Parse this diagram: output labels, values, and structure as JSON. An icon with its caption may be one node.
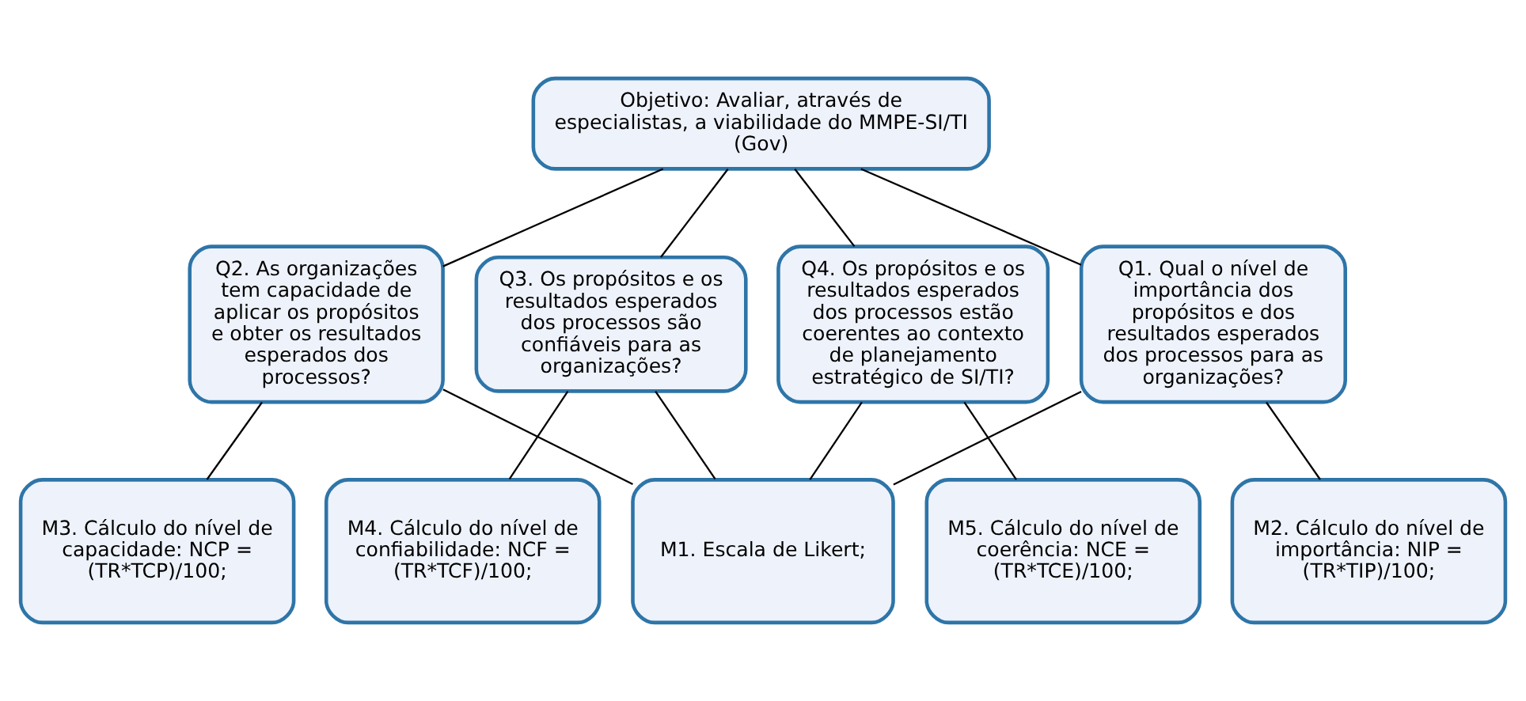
{
  "diagram": {
    "nodes": [
      {
        "text": [
          "Objetivo: Avaliar, através de especialistas, a viabilidade do MMPE-SI/TI (Gov)"
        ]
      },
      {
        "text": [
          "Q1. Qual o nível de importância dos propósitos e dos resultados esperados dos processos para as organizações?"
        ]
      },
      {
        "text": [
          "Q2. As organizações tem capacidade de aplicar os propósitos e obter os resultados esperados dos processos?"
        ]
      },
      {
        "text": [
          "Q3. Os propósitos e os resultados esperados dos processos são confiáveis para as organizações?"
        ]
      },
      {
        "text": [
          "Q4. Os propósitos e os resultados esperados dos processos estão coerentes ao contexto de planejamento estratégico de SI/TI?"
        ]
      },
      {
        "text": [
          "M1. Escala de Likert;"
        ]
      },
      {
        "text": [
          "M2. Cálculo do nível de importância: NIP = (TR*TIP)/100;"
        ]
      },
      {
        "text": [
          "M3. Cálculo do nível de capacidade: NCP = (TR*TCP)/100;"
        ]
      },
      {
        "text": [
          "M4. Cálculo do nível de confiabilidade: NCF = (TR*TCF)/100;"
        ]
      },
      {
        "text": [
          "M5. Cálculo do nível de coerência: NCE = (TR*TCE)/100;"
        ]
      }
    ],
    "edges": [
      {
        "from": 0,
        "to": 1,
        "arrow": "none"
      },
      {
        "from": 0,
        "to": 2,
        "arrow": "none"
      },
      {
        "from": 0,
        "to": 3,
        "arrow": "none"
      },
      {
        "from": 0,
        "to": 4,
        "arrow": "none"
      },
      {
        "from": 1,
        "to": 5,
        "arrow": "none"
      },
      {
        "from": 1,
        "to": 6,
        "arrow": "none"
      },
      {
        "from": 2,
        "to": 5,
        "arrow": "none"
      },
      {
        "from": 2,
        "to": 7,
        "arrow": "none"
      },
      {
        "from": 3,
        "to": 5,
        "arrow": "none"
      },
      {
        "from": 3,
        "to": 8,
        "arrow": "none"
      },
      {
        "from": 4,
        "to": 5,
        "arrow": "none"
      },
      {
        "from": 4,
        "to": 9,
        "arrow": "none"
      }
    ]
  }
}
